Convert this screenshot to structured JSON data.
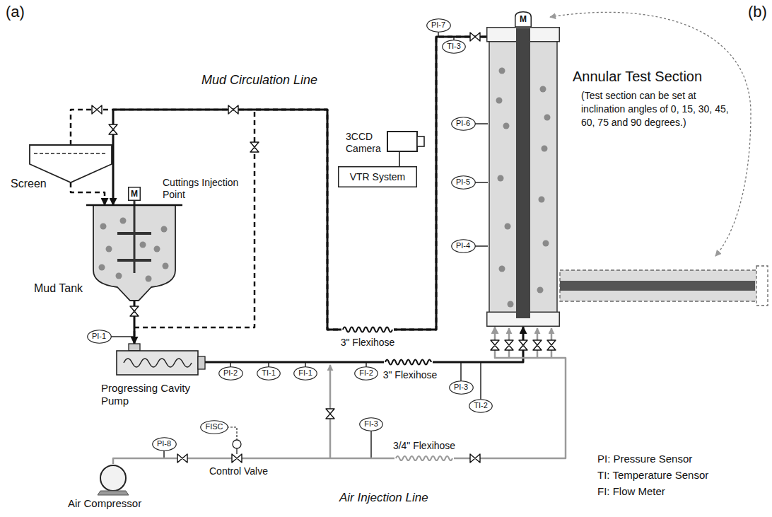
{
  "diagram": {
    "nodes": [
      {
        "text": [
          "Screen"
        ]
      },
      {
        "text": [
          "Mud Tank"
        ]
      },
      {
        "text": [
          "M"
        ]
      },
      {
        "text": [
          "PI-1"
        ]
      },
      {
        "text": [
          "Progressing Cavity Pump"
        ]
      },
      {
        "text": [
          "PI-2"
        ]
      },
      {
        "text": [
          "TI-1"
        ]
      },
      {
        "text": [
          "FI-1"
        ]
      },
      {
        "text": [
          "FI-2"
        ]
      },
      {
        "text": [
          "PI-3"
        ]
      },
      {
        "text": [
          "TI-2"
        ]
      },
      {
        "text": [
          "3CCD Camera"
        ]
      },
      {
        "text": [
          "VTR System"
        ]
      },
      {
        "text": [
          "PI-7"
        ]
      },
      {
        "text": [
          "TI-3"
        ]
      },
      {
        "text": [
          "M"
        ]
      },
      {
        "text": [
          "Annular Test Section",
          "(Test section can be set at inclination angles of 0, 15, 30, 45, 60, 75 and 90 degrees.)"
        ]
      },
      {
        "text": [
          "PI-6"
        ]
      },
      {
        "text": [
          "PI-5"
        ]
      },
      {
        "text": [
          "PI-4"
        ]
      },
      {
        "text": [
          "Air Compressor"
        ]
      },
      {
        "text": [
          "PI-8"
        ]
      },
      {
        "text": [
          "FISC"
        ]
      },
      {
        "text": [
          "FI-3"
        ]
      }
    ],
    "edges": [
      {
        "from": 0,
        "to": 1,
        "arrow": "to"
      },
      {
        "from": 16,
        "to": 1,
        "arrow": "to",
        "label": "3\" Flexihose"
      },
      {
        "from": 16,
        "to": 0,
        "arrow": "none"
      },
      {
        "from": 16,
        "to": 4,
        "arrow": "to"
      },
      {
        "from": 1,
        "to": 4,
        "arrow": "none"
      },
      {
        "from": 4,
        "to": 16,
        "arrow": "to",
        "label": "3\" Flexihose"
      },
      {
        "from": 20,
        "to": 16,
        "arrow": "to",
        "label": "3/4\" Flexihose"
      },
      {
        "from": 11,
        "to": 12,
        "arrow": "none"
      }
    ],
    "labels": [
      "(a)",
      "(b)",
      "Mud Circulation Line",
      "Cuttings Injection Point",
      "Control Valve",
      "Air Injection Line",
      "PI: Pressure Sensor",
      "TI: Temperature Sensor",
      "FI: Flow Meter"
    ]
  }
}
